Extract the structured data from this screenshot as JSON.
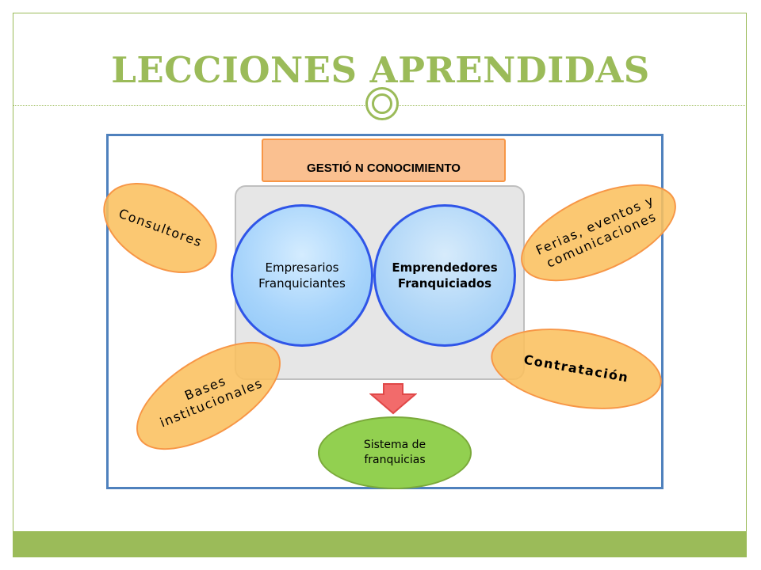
{
  "slide": {
    "title": "LECCIONES APRENDIDAS",
    "accent_color": "#9bbb59"
  },
  "diagram": {
    "header": "GESTIÓ N CONOCIMIENTO",
    "circles": {
      "left": "Empresarios\nFranquiciantes",
      "right": "Emprendedores\nFranquiciados"
    },
    "ovals": {
      "consultores": "Consultores",
      "ferias": "Ferias, eventos y\ncomunicaciones",
      "contratacion": "Contratación",
      "bases": "Bases\ninstitucionales"
    },
    "result": "Sistema de\nfranquicias",
    "arrow_icon": "down-arrow-icon",
    "colors": {
      "frame_blue": "#4f81bd",
      "orange_fill": "#fac090",
      "orange_border": "#f79646",
      "circle_border": "#2f55e8",
      "circle_fill": "#a7d4fb",
      "green_fill": "#92d050",
      "arrow_fill": "#f26b6b"
    }
  }
}
